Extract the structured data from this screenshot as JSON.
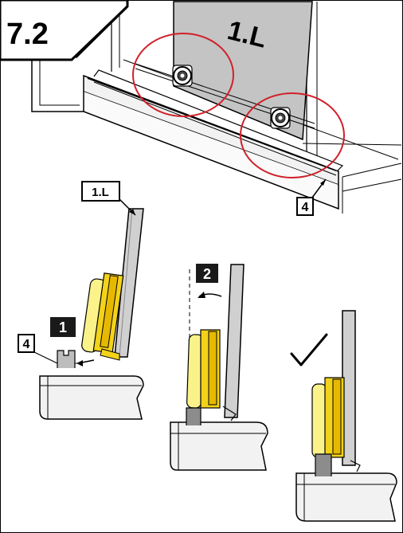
{
  "step_number": "7.2",
  "panel_label": "1.L",
  "callouts": {
    "panel_tag": "1.L",
    "profile_tag_top": "4",
    "profile_tag_left": "4",
    "step_one": "1",
    "step_two": "2"
  },
  "icons": {
    "check": "checkmark-icon",
    "arrow": "arrow-left-icon"
  },
  "colors": {
    "highlight_circle": "#d0202a",
    "wheel_yellow": "#f3d21a",
    "wheel_light": "#fbf28a",
    "glass": "#c4c4c4",
    "frame": "#000000"
  }
}
